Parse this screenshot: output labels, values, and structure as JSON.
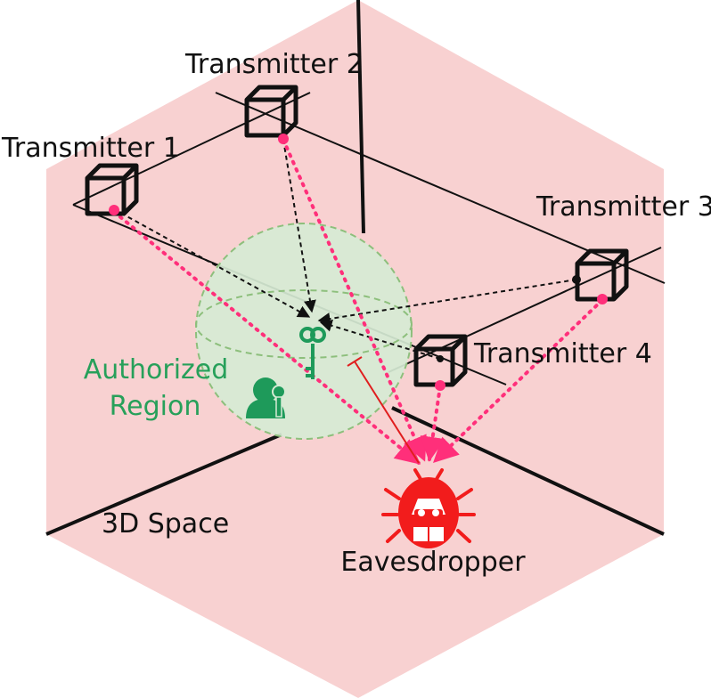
{
  "labels": {
    "transmitter_1": "Transmitter 1",
    "transmitter_2": "Transmitter 2",
    "transmitter_3": "Transmitter 3",
    "transmitter_4": "Transmitter 4",
    "authorized_line1": "Authorized",
    "authorized_line2": "Region",
    "space": "3D Space",
    "eavesdropper": "Eavesdropper"
  },
  "colors": {
    "space_fill": "#f8d1d1",
    "region_fill": "#d6ead4",
    "region_stroke": "#8dbf7c",
    "region_text": "#27a05a",
    "key_color": "#1e9a5a",
    "user_color": "#1e9a5a",
    "attack_color": "#ff2f7a",
    "eavesdropper_color": "#f21c1c",
    "legit_beam": "#111111",
    "block_line": "#e01e1e"
  },
  "icons": [
    "transmitter-cube-icon",
    "key-icon",
    "user-with-key-icon",
    "bug-spy-icon"
  ]
}
